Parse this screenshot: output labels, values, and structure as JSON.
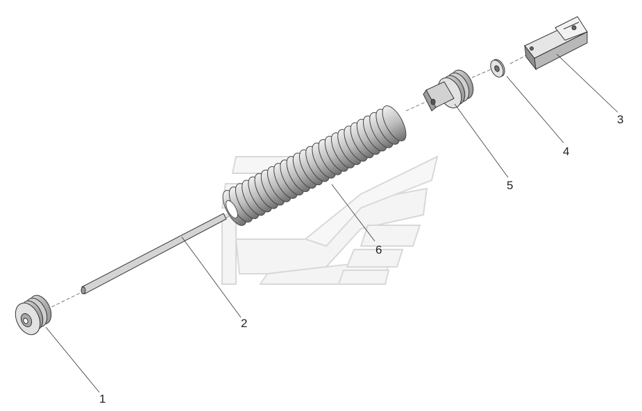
{
  "diagram": {
    "callouts": [
      {
        "id": "1",
        "label": "1"
      },
      {
        "id": "2",
        "label": "2"
      },
      {
        "id": "3",
        "label": "3"
      },
      {
        "id": "4",
        "label": "4"
      },
      {
        "id": "5",
        "label": "5"
      },
      {
        "id": "6",
        "label": "6"
      }
    ],
    "colors": {
      "line": "#333333",
      "part_fill": "#d9d9d9",
      "part_shade": "#9a9a9a",
      "watermark": "#e6e6e6",
      "background": "#ffffff"
    }
  }
}
